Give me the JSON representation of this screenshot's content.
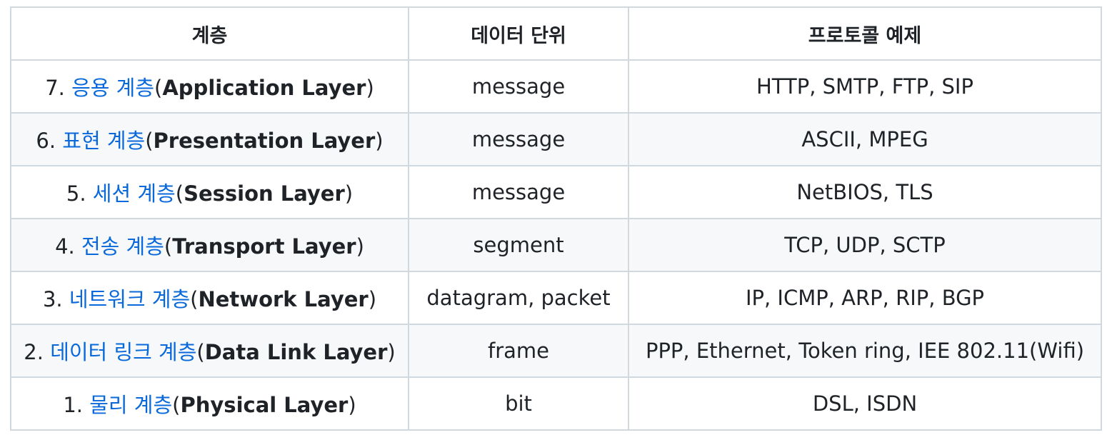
{
  "table": {
    "headers": [
      "계층",
      "데이터 단위",
      "프로토콜 예제"
    ],
    "rows": [
      {
        "num": "7.",
        "name_link": "응용 계층",
        "open": "(",
        "name_en": "Application Layer",
        "close": ")",
        "unit": "message",
        "protocols": "HTTP, SMTP, FTP, SIP"
      },
      {
        "num": "6.",
        "name_link": "표현 계층",
        "open": "(",
        "name_en": "Presentation Layer",
        "close": ")",
        "unit": "message",
        "protocols": "ASCII, MPEG"
      },
      {
        "num": "5.",
        "name_link": "세션 계층",
        "open": "(",
        "name_en": "Session Layer",
        "close": ")",
        "unit": "message",
        "protocols": "NetBIOS, TLS"
      },
      {
        "num": "4.",
        "name_link": "전송 계층",
        "open": "(",
        "name_en": "Transport Layer",
        "close": ")",
        "unit": "segment",
        "protocols": "TCP, UDP, SCTP"
      },
      {
        "num": "3.",
        "name_link": "네트워크 계층",
        "open": "(",
        "name_en": "Network Layer",
        "close": ")",
        "unit": "datagram, packet",
        "protocols": "IP, ICMP, ARP, RIP, BGP"
      },
      {
        "num": "2.",
        "name_link": "데이터 링크 계층",
        "open": "(",
        "name_en": "Data Link Layer",
        "close": ")",
        "unit": "frame",
        "protocols": "PPP, Ethernet, Token ring, IEE 802.11(Wifi)"
      },
      {
        "num": "1.",
        "name_link": "물리 계층",
        "open": "(",
        "name_en": "Physical Layer",
        "close": ")",
        "unit": "bit",
        "protocols": "DSL, ISDN"
      }
    ]
  },
  "colors": {
    "link": "#0969da",
    "text": "#1f2328",
    "border": "#d1d9e0",
    "stripe": "#f6f8fa"
  }
}
